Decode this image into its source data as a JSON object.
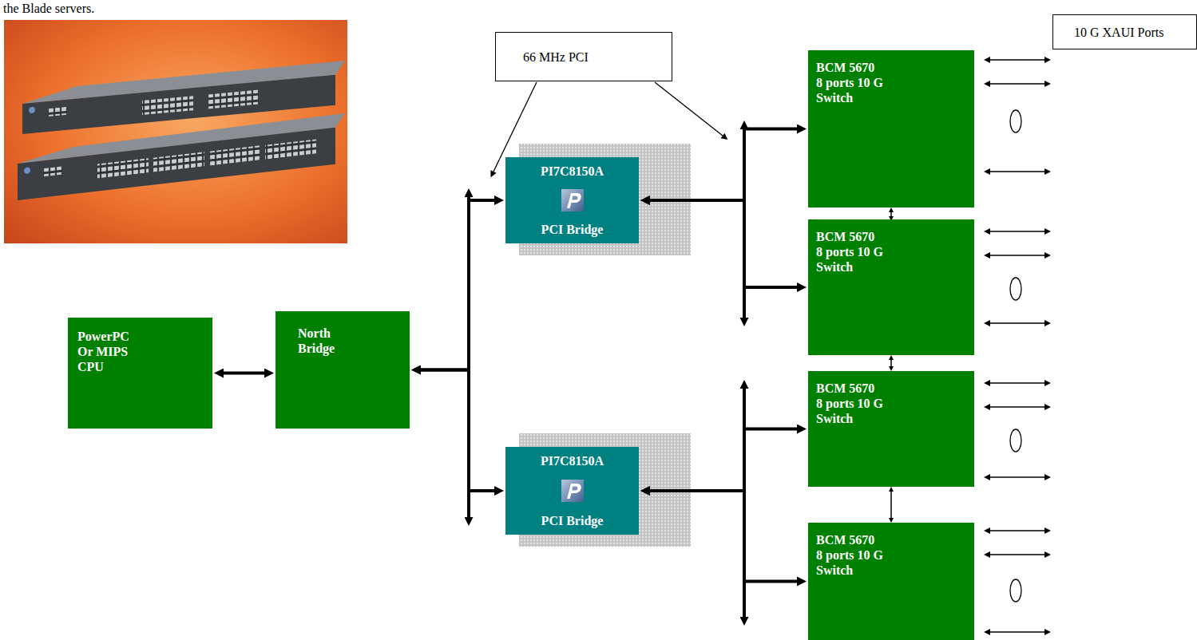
{
  "diagram": {
    "nodes": [
      {
        "text": [
          "66 MHz PCI"
        ]
      },
      {
        "text": [
          "10 G XAUI Ports"
        ]
      },
      {
        "text": [
          "PowerPC Or MIPS CPU"
        ]
      },
      {
        "text": [
          "North Bridge"
        ]
      },
      {
        "text": [
          "PI7C8150A",
          "PCI Bridge"
        ]
      },
      {
        "text": [
          "PI7C8150A",
          "PCI Bridge"
        ]
      },
      {
        "text": [
          "BCM 5670 8 ports 10 G Switch"
        ]
      },
      {
        "text": [
          "BCM 5670 8 ports 10 G Switch"
        ]
      },
      {
        "text": [
          "BCM 5670 8 ports 10 G Switch"
        ]
      },
      {
        "text": [
          "BCM 5670 8 ports 10 G Switch"
        ]
      }
    ],
    "edges": [
      {
        "from": 2,
        "to": 3,
        "arrow": "both"
      },
      {
        "from": 3,
        "to": 4,
        "arrow": "both"
      },
      {
        "from": 3,
        "to": 5,
        "arrow": "both"
      },
      {
        "from": 4,
        "to": 6,
        "arrow": "both"
      },
      {
        "from": 4,
        "to": 7,
        "arrow": "both"
      },
      {
        "from": 5,
        "to": 8,
        "arrow": "both"
      },
      {
        "from": 5,
        "to": 9,
        "arrow": "both"
      },
      {
        "from": 6,
        "to": 7,
        "arrow": "both"
      },
      {
        "from": 7,
        "to": 8,
        "arrow": "both"
      },
      {
        "from": 8,
        "to": 9,
        "arrow": "both"
      }
    ],
    "labels": [
      "the Blade servers."
    ]
  }
}
